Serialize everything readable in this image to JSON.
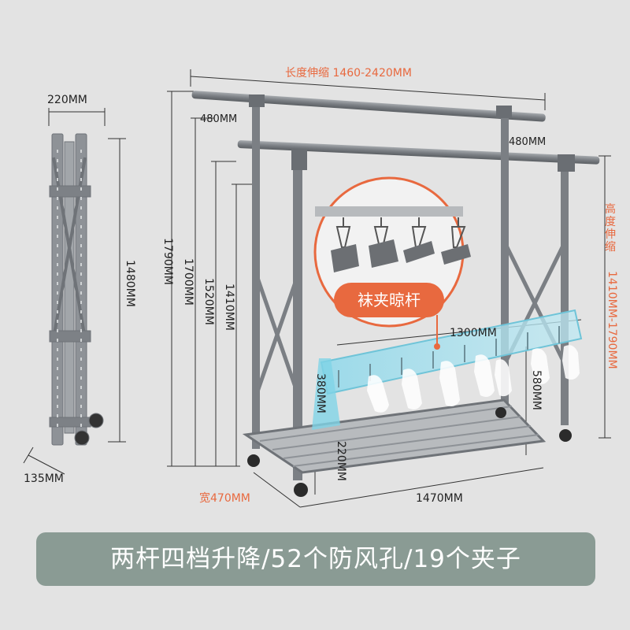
{
  "labels": {
    "folded_depth": "220MM",
    "folded_width": "135MM",
    "folded_height": "1480MM",
    "length_extend": "长度伸缩 1460-2420MM",
    "top_left_offset": "480MM",
    "top_right_offset": "480MM",
    "height_1790": "1790MM",
    "height_1700": "1700MM",
    "height_1520": "1520MM",
    "height_1410": "1410MM",
    "bottom_220": "220MM",
    "width_470": "宽470MM",
    "base_1470": "1470MM",
    "rack_1300": "1300MM",
    "rack_580": "580MM",
    "rack_380": "380MM",
    "height_extend_title": "高度伸缩",
    "height_extend_range": "1410MM-1790MM"
  },
  "callout": {
    "label": "袜夹晾杆"
  },
  "banner": {
    "text": "两杆四档升降/52个防风孔/19个夹子"
  },
  "colors": {
    "accent": "#e8693f",
    "banner": "#8a9b94",
    "background": "#e3e3e3",
    "frame": "#6f7378",
    "rack_panel": "#7fd3e6"
  }
}
